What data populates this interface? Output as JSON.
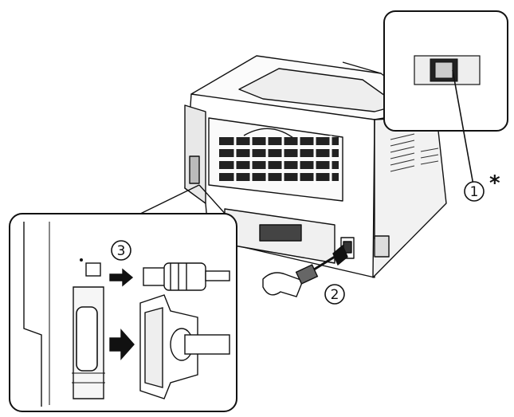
{
  "figure": {
    "callouts": [
      {
        "id": "power-switch",
        "number": "1",
        "suffix": "*"
      },
      {
        "id": "power-cord",
        "number": "2"
      },
      {
        "id": "interface-cables",
        "number": "3"
      }
    ]
  },
  "colors": {
    "line": "#111111",
    "fill_light": "#f4f4f4",
    "fill_mid": "#d9d9d9",
    "fill_dark": "#2a2a2a",
    "arrow": "#111111"
  },
  "icons": [
    "printer-rear-view",
    "power-switch-detail",
    "connector-detail",
    "usb-cable-icon",
    "parallel-cable-icon",
    "power-plug-icon",
    "arrow-icon"
  ]
}
